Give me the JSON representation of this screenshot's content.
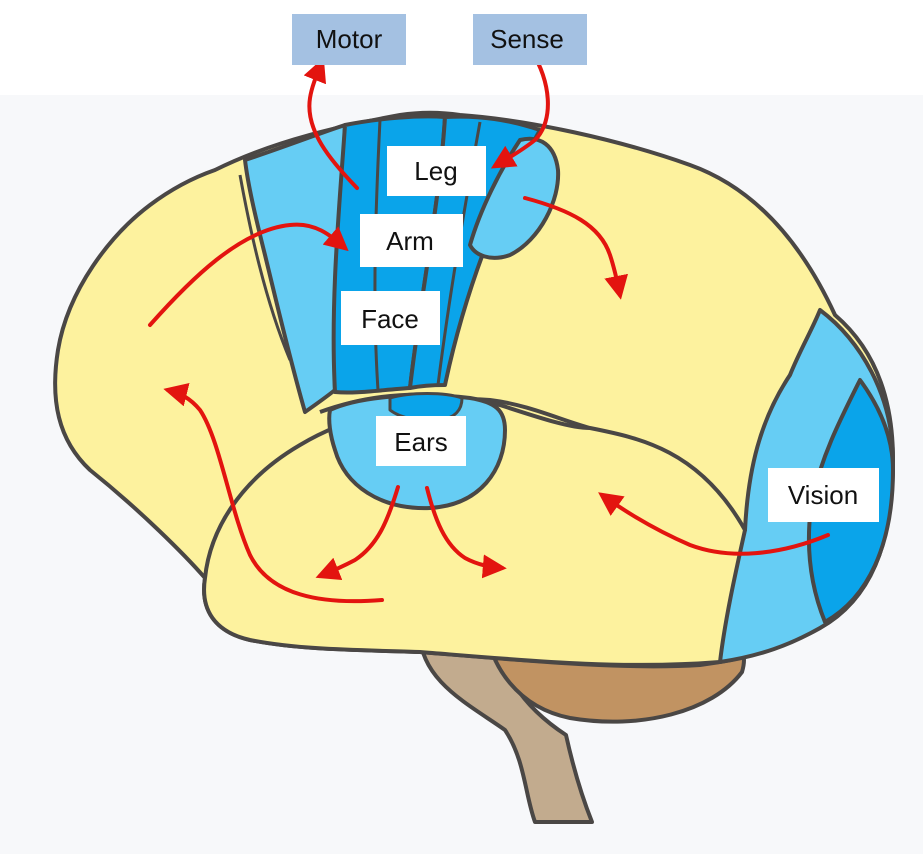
{
  "labels": {
    "motor": "Motor",
    "sense": "Sense",
    "leg": "Leg",
    "arm": "Arm",
    "face": "Face",
    "ears": "Ears",
    "vision": "Vision"
  },
  "colors": {
    "association": "#fdf29e",
    "primary_dark": "#0aa4ea",
    "primary_light": "#66cdf4",
    "cerebellum": "#c19362",
    "brainstem": "#c2ab8e",
    "outline": "#4a4745",
    "arrow": "#e3140f",
    "top_box": "#a4c1e2",
    "paper": "#f7f8fa"
  }
}
